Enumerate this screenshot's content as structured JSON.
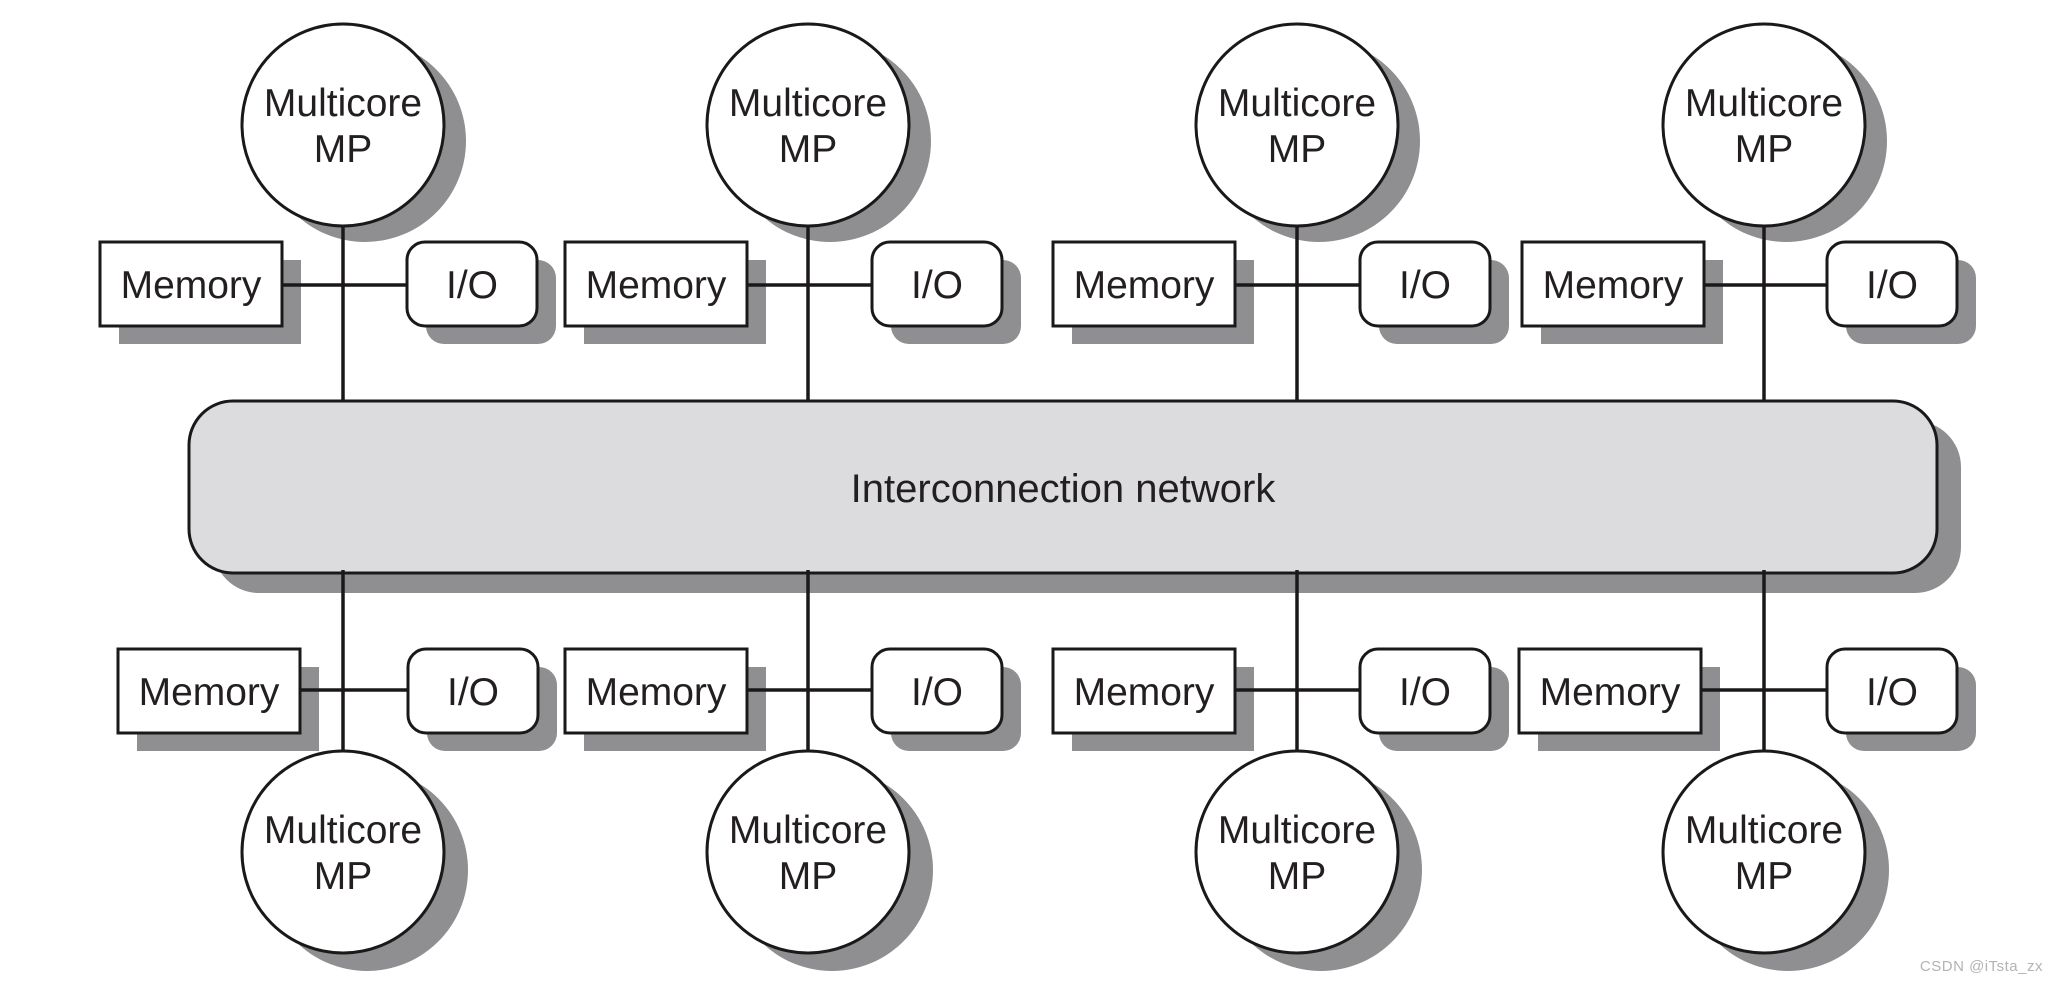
{
  "diagram": {
    "interconnect_label": "Interconnection network",
    "node_labels": {
      "multicore_line1": "Multicore",
      "multicore_line2": "MP",
      "memory": "Memory",
      "io": "I/O"
    }
  },
  "watermark": {
    "text": "CSDN @iTsta_zx"
  },
  "colors": {
    "background": "#ffffff",
    "line": "#1b181a",
    "text": "#231f20",
    "node_fill": "#ffffff",
    "bar_fill": "#dcdcde",
    "shadow": "#8f8f91",
    "watermark": "#b3b3b5"
  }
}
